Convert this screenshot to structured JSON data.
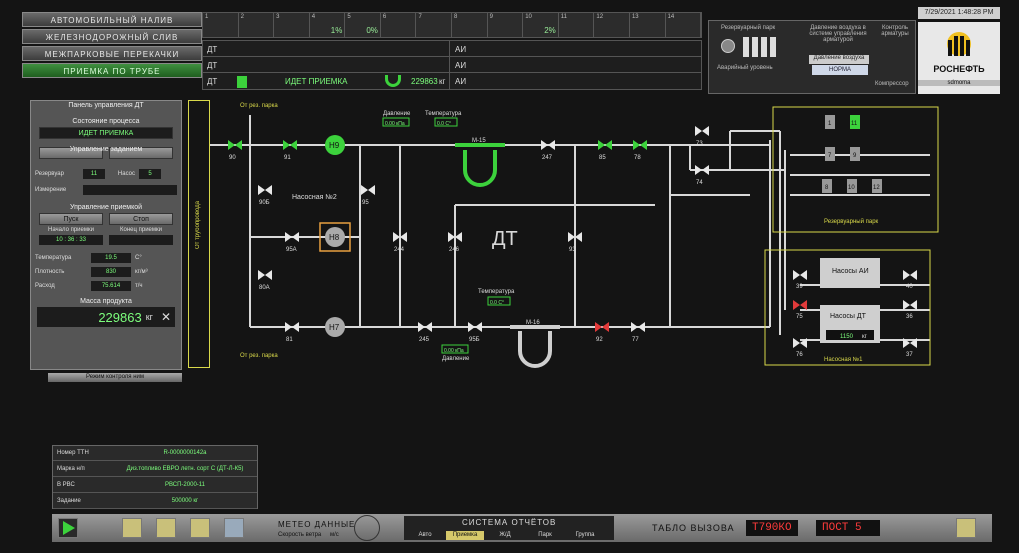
{
  "top_menu": [
    {
      "label": "АВТОМОБИЛЬНЫЙ НАЛИВ"
    },
    {
      "label": "ЖЕЛЕЗНОДОРОЖНЫЙ СЛИВ"
    },
    {
      "label": "МЕЖПАРКОВЫЕ ПЕРЕКАЧКИ"
    },
    {
      "label": "ПРИЕМКА ПО ТРУБЕ"
    }
  ],
  "rail_cells": [
    {
      "num": "1",
      "pct": ""
    },
    {
      "num": "2",
      "pct": ""
    },
    {
      "num": "3",
      "pct": ""
    },
    {
      "num": "4",
      "pct": "1%"
    },
    {
      "num": "5",
      "pct": "0%"
    },
    {
      "num": "6",
      "pct": ""
    },
    {
      "num": "7",
      "pct": ""
    },
    {
      "num": "8",
      "pct": ""
    },
    {
      "num": "9",
      "pct": ""
    },
    {
      "num": "10",
      "pct": "2%"
    },
    {
      "num": "11",
      "pct": ""
    },
    {
      "num": "12",
      "pct": ""
    },
    {
      "num": "13",
      "pct": ""
    },
    {
      "num": "14",
      "pct": ""
    }
  ],
  "rows": [
    {
      "left": "ДТ",
      "right": "АИ"
    },
    {
      "left": "ДТ",
      "right": "АИ"
    }
  ],
  "receive_row": {
    "left": "ДТ",
    "status": "ИДЕТ ПРИЕМКА",
    "amount": "229863",
    "unit": "кг",
    "right": "АИ"
  },
  "reserve": {
    "title": "Резервуарный парк",
    "emergency": "Аварийный уровень",
    "pressure_title": "Давление воздуха в системе управления арматурой",
    "pressure_label": "Давление воздуха",
    "pressure_value": "НОРМА",
    "control": "Контроль арматуры",
    "compressor": "Компрессор"
  },
  "clock": "7/29/2021 1:48:28 PM",
  "logo": {
    "name": "РОСНЕФТЬ",
    "sub": "sdmoma"
  },
  "left_panel": {
    "title": "Панель управления ДТ",
    "state_title": "Состояние процесса",
    "state_value": "ИДЕТ ПРИЕМКА",
    "task_title": "Управление заданием",
    "tank_label": "Резервуар",
    "tank_value": "11",
    "pump_label": "Насос",
    "pump_value": "5",
    "measure_label": "Измерение",
    "recv_title": "Управление приемкой",
    "start_btn": "Пуск",
    "stop_btn": "Стоп",
    "start_time_label": "Начало приемки",
    "end_time_label": "Конец приемки",
    "start_time": "10 : 36 : 33",
    "temp_label": "Температура",
    "temp_value": "19.5",
    "temp_unit": "С°",
    "dens_label": "Плотность",
    "dens_value": "830",
    "dens_unit": "кг/м³",
    "flow_label": "Расход",
    "flow_value": "75.614",
    "flow_unit": "т/ч",
    "mass_title": "Масса продукта",
    "mass_value": "229863",
    "mass_unit": "кг"
  },
  "pipeline_label": "От трубопровода",
  "panel_btn": "Режим контроля ним",
  "schematic": {
    "from_park_top": "От рез. парка",
    "from_park_bottom": "От рез. парка",
    "pump_station_2": "Насосная №2",
    "pressure": "Давление",
    "pressure_top": "0.00 кПа",
    "temperature": "Температура",
    "temp_top": "0.0 С°",
    "temp_bottom": "0.0 С°",
    "pressure_bottom": "0.00 кПа",
    "meter_top": "М-15",
    "meter_bottom": "М-16",
    "product": "ДТ",
    "pumps": [
      "Н9",
      "Н8",
      "Н7"
    ],
    "valves": [
      "90",
      "91",
      "90Б",
      "95",
      "95А",
      "244",
      "246",
      "80А",
      "81",
      "245",
      "95Б",
      "247",
      "93",
      "85",
      "78",
      "92",
      "77",
      "73",
      "74"
    ],
    "tank_park": "Резервуарный парк",
    "tanks": [
      "1",
      "11",
      "7",
      "9",
      "8",
      "10",
      "12"
    ],
    "pump_station_1": "Насосная №1",
    "pumps_ai": "Насосы АИ",
    "pumps_dt": "Насосы ДТ",
    "pumps_dt_value": "1150",
    "pumps_dt_unit": "кг",
    "station_valves": [
      "39",
      "40",
      "75",
      "36",
      "76",
      "37"
    ]
  },
  "info_table": [
    {
      "key": "Номер ТТН",
      "value": "R-0000000142а"
    },
    {
      "key": "Марка н/п",
      "value": "Диз.топливо ЕВРО летн. сорт С (ДТ-Л-К5)"
    },
    {
      "key": "В РВС",
      "value": "РВСП-2000-11"
    },
    {
      "key": "Задание",
      "value": "500000 кг"
    }
  ],
  "bottom": {
    "meteo": "МЕТЕО ДАННЫЕ",
    "wind": "Скорость ветра",
    "wind_unit": "м/с",
    "reports": "СИСТЕМА ОТЧЁТОВ",
    "tabs": [
      "Авто",
      "Приемка",
      "Ж/Д",
      "Парк",
      "Группа"
    ],
    "call_board": "ТАБЛО ВЫЗОВА",
    "plate": "Т790КО",
    "post": "ПОСТ 5"
  },
  "colors": {
    "pipe": "#d8d8d8",
    "active_green": "#3cd23c",
    "alarm_red": "#e23a3a",
    "frame_yellow": "#d9d94a"
  }
}
